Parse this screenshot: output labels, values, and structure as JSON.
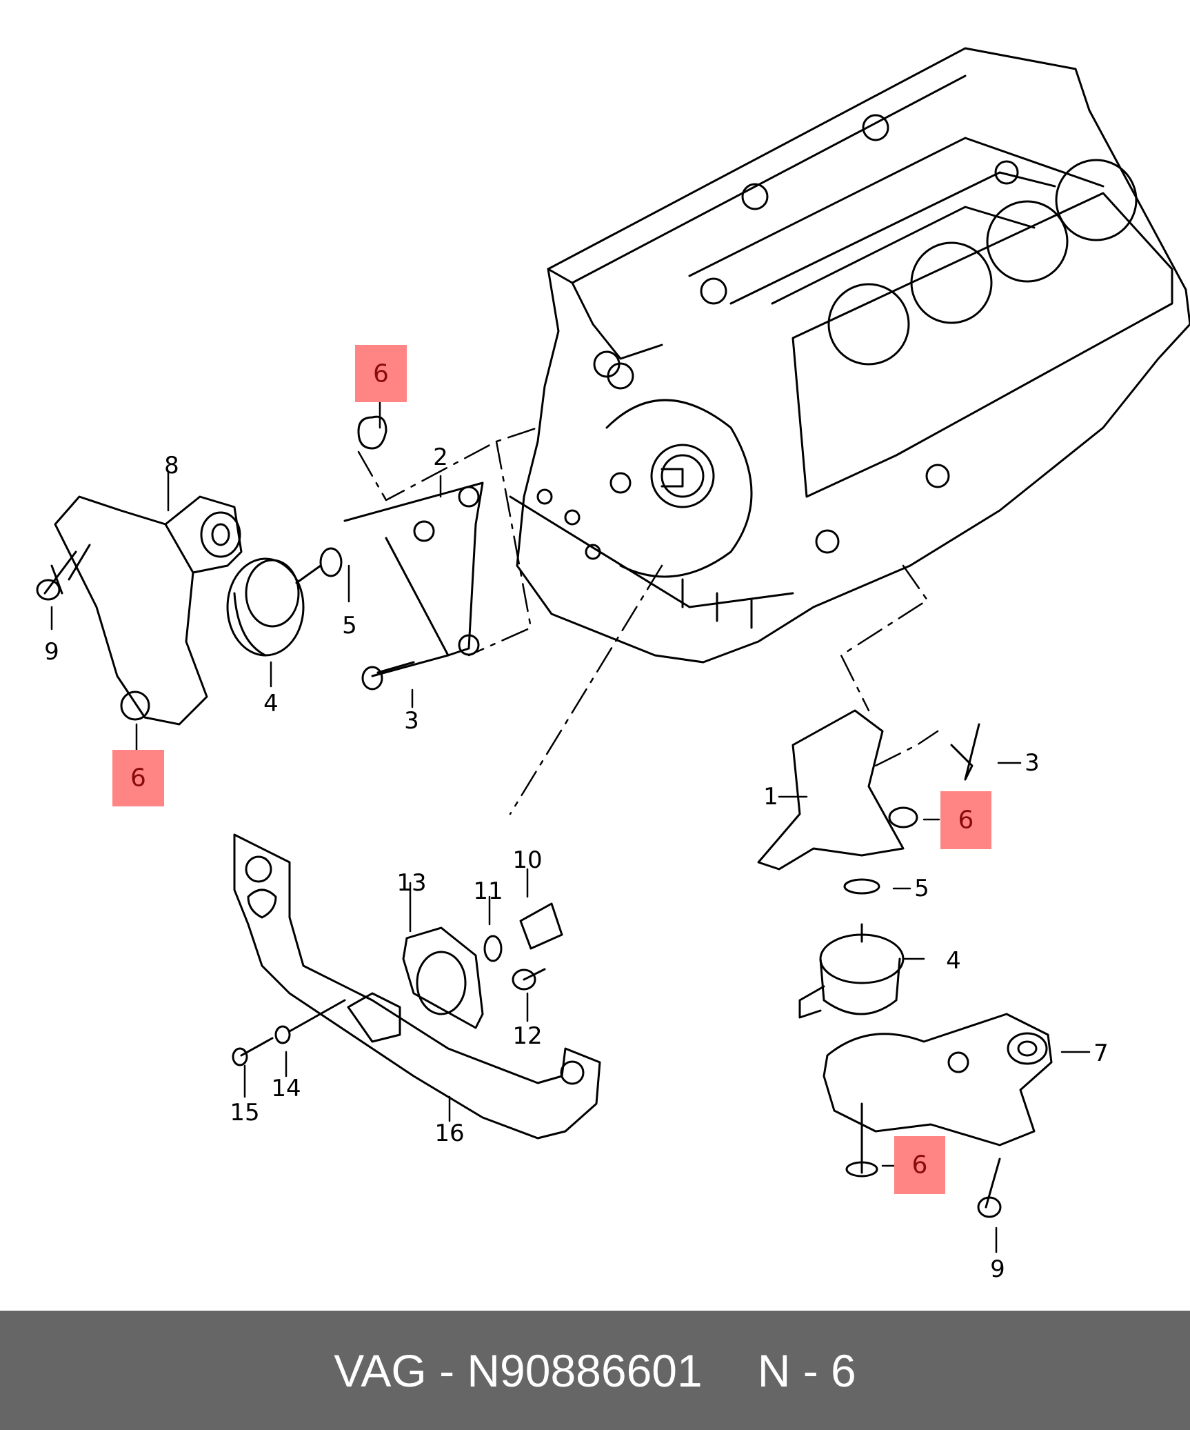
{
  "footer": {
    "brand": "VAG",
    "separator": "-",
    "part_number": "N90886601",
    "ref_letter": "N",
    "ref_number": "6"
  },
  "colors": {
    "highlight": "#ff8585",
    "highlight_text": "#8b0a0a",
    "footer_bg": "#666666",
    "line": "#000000"
  },
  "callouts": {
    "left_mount": [
      "8",
      "9",
      "4",
      "5",
      "2",
      "3"
    ],
    "right_mount": [
      "1",
      "3",
      "5",
      "4",
      "7",
      "9"
    ],
    "crossmember": [
      "13",
      "11",
      "10",
      "12",
      "15",
      "14",
      "16"
    ],
    "highlighted": [
      "6",
      "6",
      "6",
      "6"
    ]
  }
}
